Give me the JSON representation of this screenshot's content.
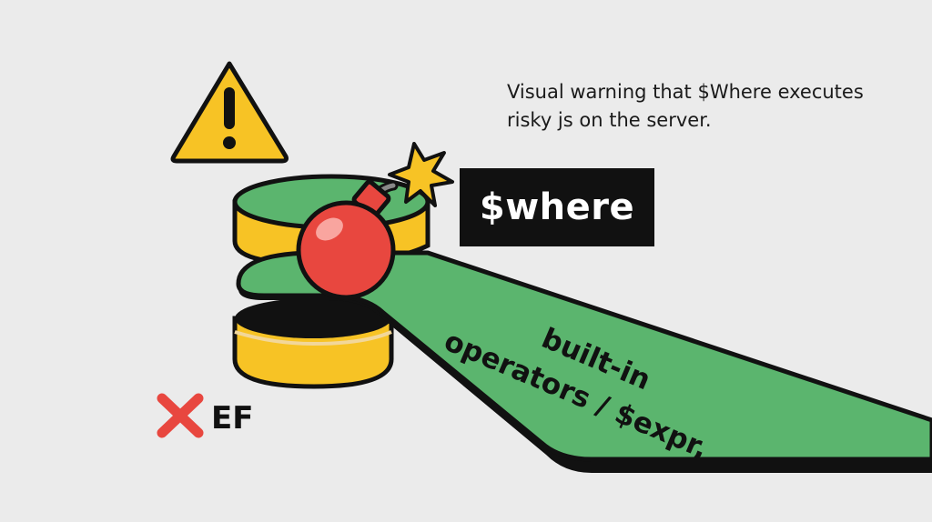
{
  "caption": {
    "line1": "Visual warning that $Where executes",
    "line2": "risky js on the server."
  },
  "where_badge": {
    "label": "$where"
  },
  "ef_label": {
    "text": "EF"
  },
  "ramp": {
    "line1": "built-in",
    "line2": "operators / $expr,"
  },
  "colors": {
    "background": "#ebebeb",
    "warning_yellow": "#f7c325",
    "db_green": "#5bb56e",
    "bomb_red": "#e8473f",
    "spark_yellow": "#f7c325",
    "cross_red": "#e8473f",
    "ink": "#111111"
  },
  "icons": [
    "warning-triangle-icon",
    "database-icon",
    "bomb-icon",
    "spark-icon",
    "cross-icon"
  ]
}
